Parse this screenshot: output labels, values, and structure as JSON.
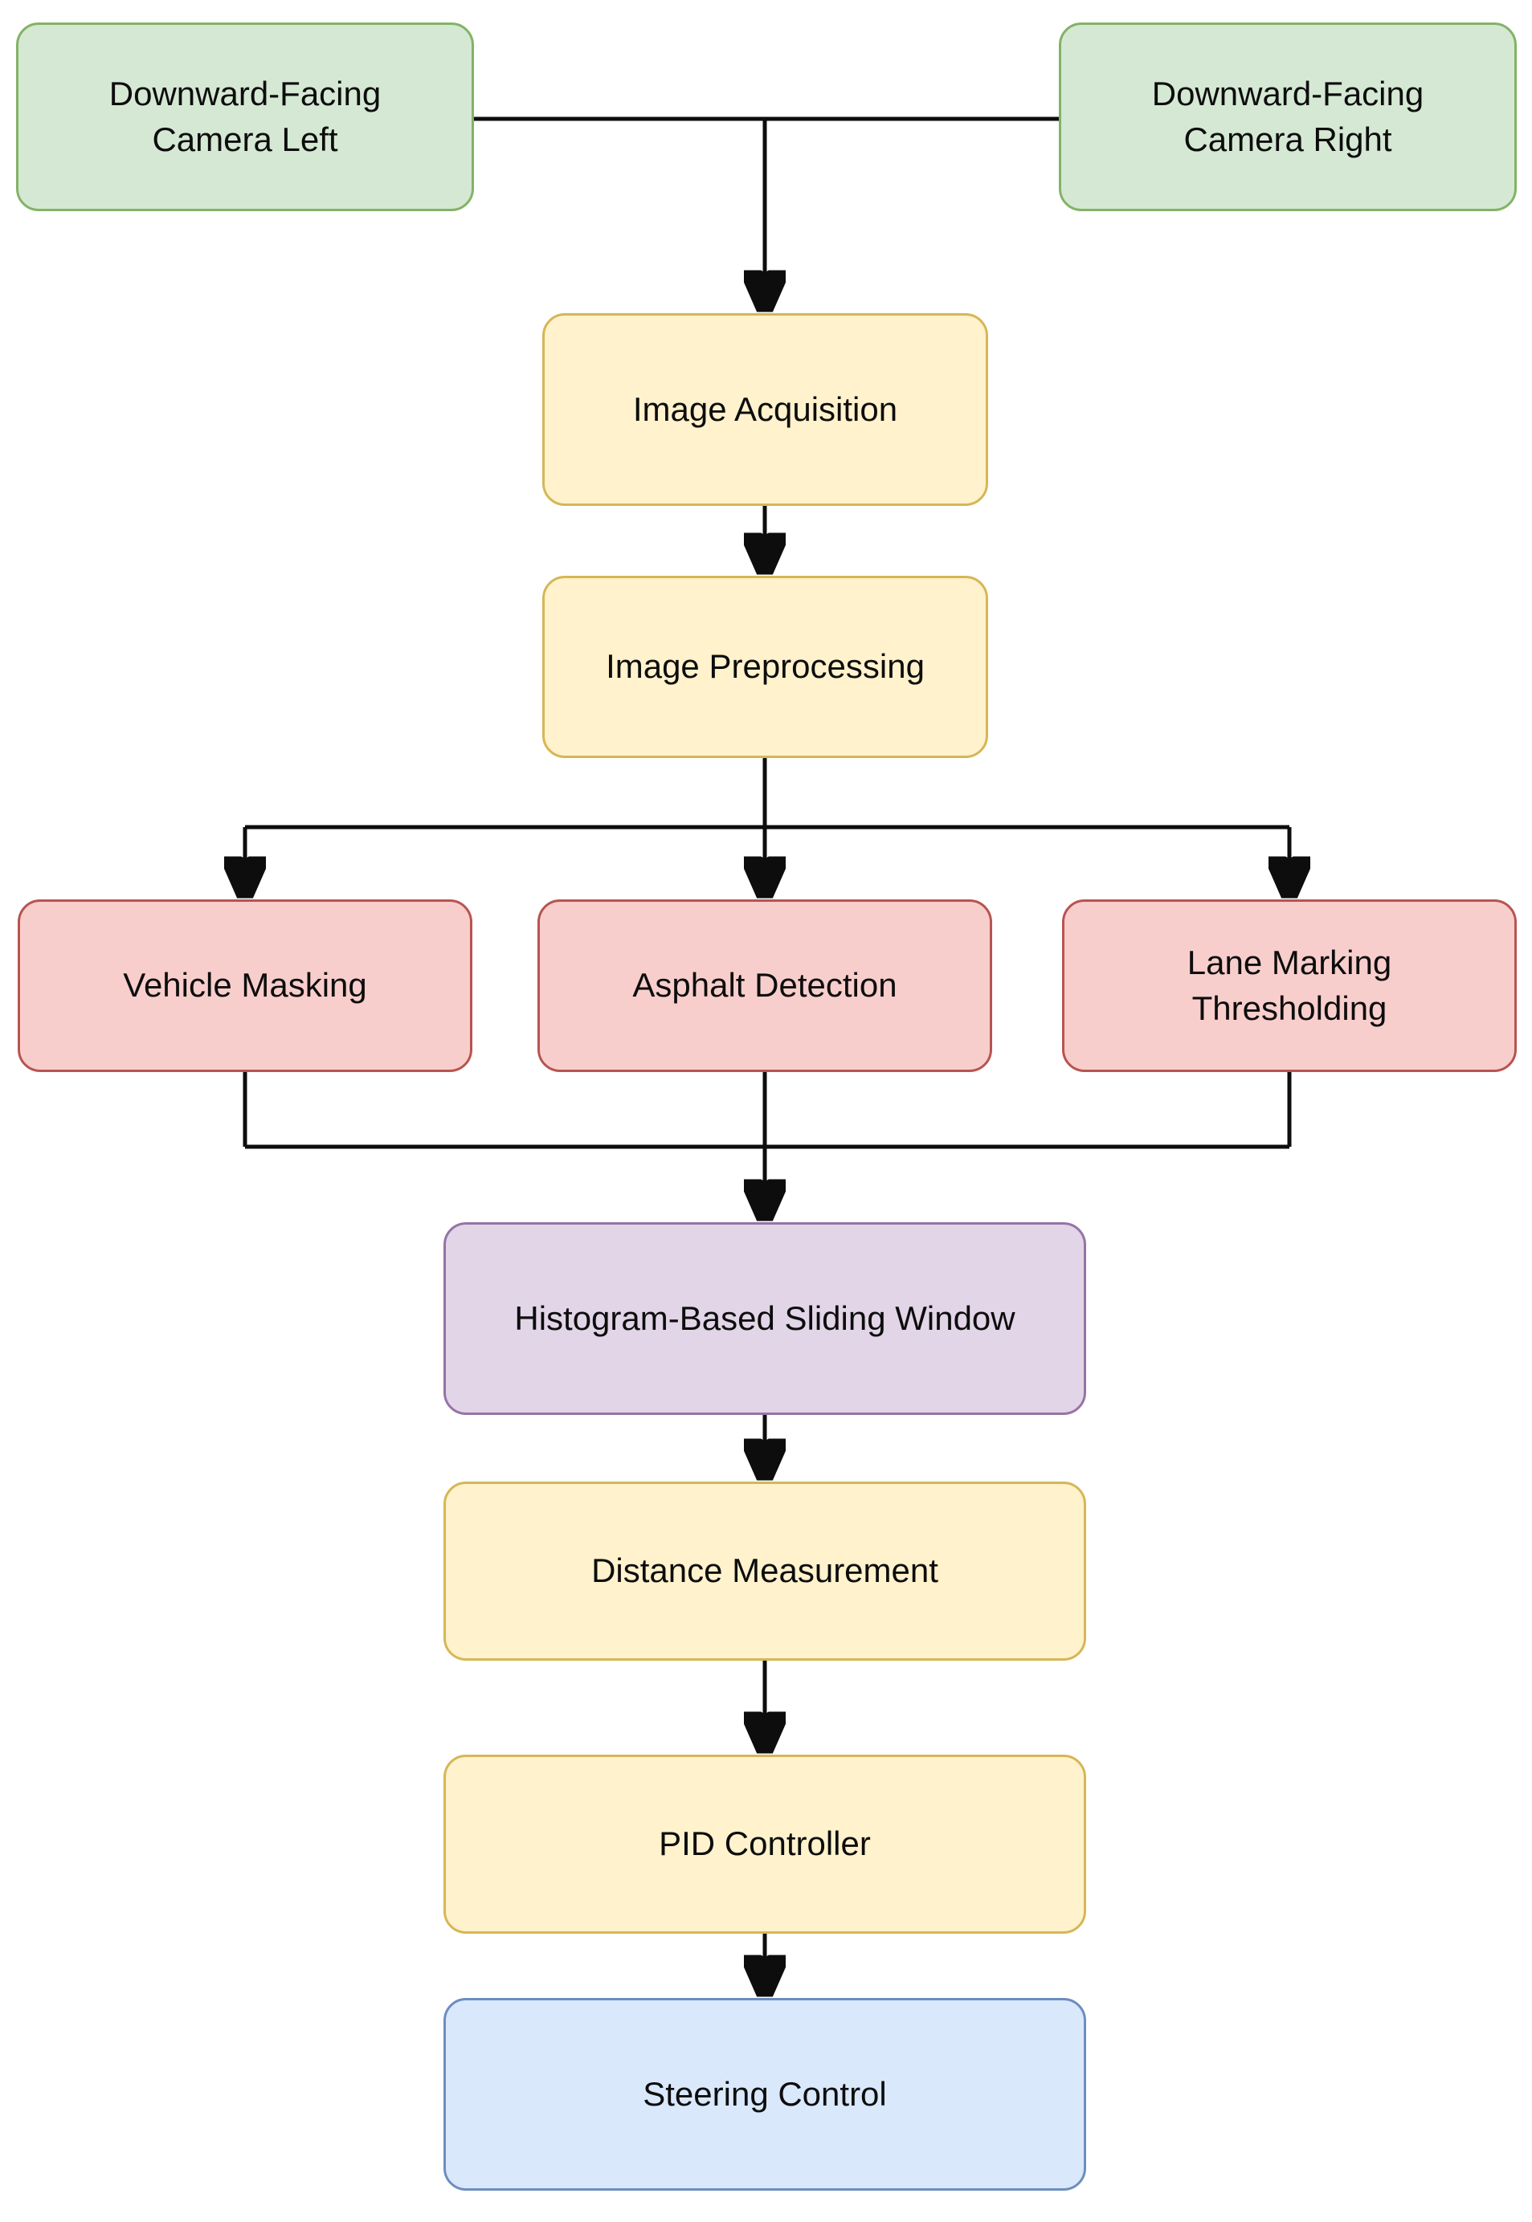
{
  "diagram": {
    "type": "flowchart",
    "background": "#ffffff",
    "edge_color": "#0d0d0d",
    "text_color": "#0d0d0d",
    "palette": {
      "green_fill": "#d5e8d4",
      "green_stroke": "#82b366",
      "yellow_fill": "#fff2cc",
      "yellow_stroke": "#d6b656",
      "red_fill": "#f8cecc",
      "red_stroke": "#b85450",
      "purple_fill": "#e1d5e7",
      "purple_stroke": "#9673a6",
      "blue_fill": "#dae8fc",
      "blue_stroke": "#6c8ebf"
    },
    "nodes": [
      {
        "id": "camera-left",
        "label": "Downward-Facing Camera Left",
        "fill": "#d5e8d4",
        "stroke": "#82b366"
      },
      {
        "id": "camera-right",
        "label": "Downward-Facing Camera Right",
        "fill": "#d5e8d4",
        "stroke": "#82b366"
      },
      {
        "id": "image-acquisition",
        "label": "Image Acquisition",
        "fill": "#fff2cc",
        "stroke": "#d6b656"
      },
      {
        "id": "image-preprocessing",
        "label": "Image Preprocessing",
        "fill": "#fff2cc",
        "stroke": "#d6b656"
      },
      {
        "id": "vehicle-masking",
        "label": "Vehicle Masking",
        "fill": "#f8cecc",
        "stroke": "#b85450"
      },
      {
        "id": "asphalt-detection",
        "label": "Asphalt Detection",
        "fill": "#f8cecc",
        "stroke": "#b85450"
      },
      {
        "id": "lane-marking-thresholding",
        "label": "Lane Marking Thresholding",
        "fill": "#f8cecc",
        "stroke": "#b85450"
      },
      {
        "id": "histogram-sliding-window",
        "label": "Histogram-Based Sliding Window",
        "fill": "#e1d5e7",
        "stroke": "#9673a6"
      },
      {
        "id": "distance-measurement",
        "label": "Distance Measurement",
        "fill": "#fff2cc",
        "stroke": "#d6b656"
      },
      {
        "id": "pid-controller",
        "label": "PID Controller",
        "fill": "#fff2cc",
        "stroke": "#d6b656"
      },
      {
        "id": "steering-control",
        "label": "Steering Control",
        "fill": "#dae8fc",
        "stroke": "#6c8ebf"
      }
    ],
    "edges": [
      {
        "from": "camera-left",
        "to": "camera-right",
        "arrow": false
      },
      {
        "from": "camera-link-midpoint",
        "to": "image-acquisition",
        "arrow": true
      },
      {
        "from": "image-acquisition",
        "to": "image-preprocessing",
        "arrow": true
      },
      {
        "from": "image-preprocessing",
        "to": "vehicle-masking",
        "arrow": true
      },
      {
        "from": "image-preprocessing",
        "to": "asphalt-detection",
        "arrow": true
      },
      {
        "from": "image-preprocessing",
        "to": "lane-marking-thresholding",
        "arrow": true
      },
      {
        "from": "vehicle-masking",
        "to": "histogram-sliding-window",
        "arrow": true
      },
      {
        "from": "asphalt-detection",
        "to": "histogram-sliding-window",
        "arrow": true
      },
      {
        "from": "lane-marking-thresholding",
        "to": "histogram-sliding-window",
        "arrow": true
      },
      {
        "from": "histogram-sliding-window",
        "to": "distance-measurement",
        "arrow": true
      },
      {
        "from": "distance-measurement",
        "to": "pid-controller",
        "arrow": true
      },
      {
        "from": "pid-controller",
        "to": "steering-control",
        "arrow": true
      }
    ]
  }
}
